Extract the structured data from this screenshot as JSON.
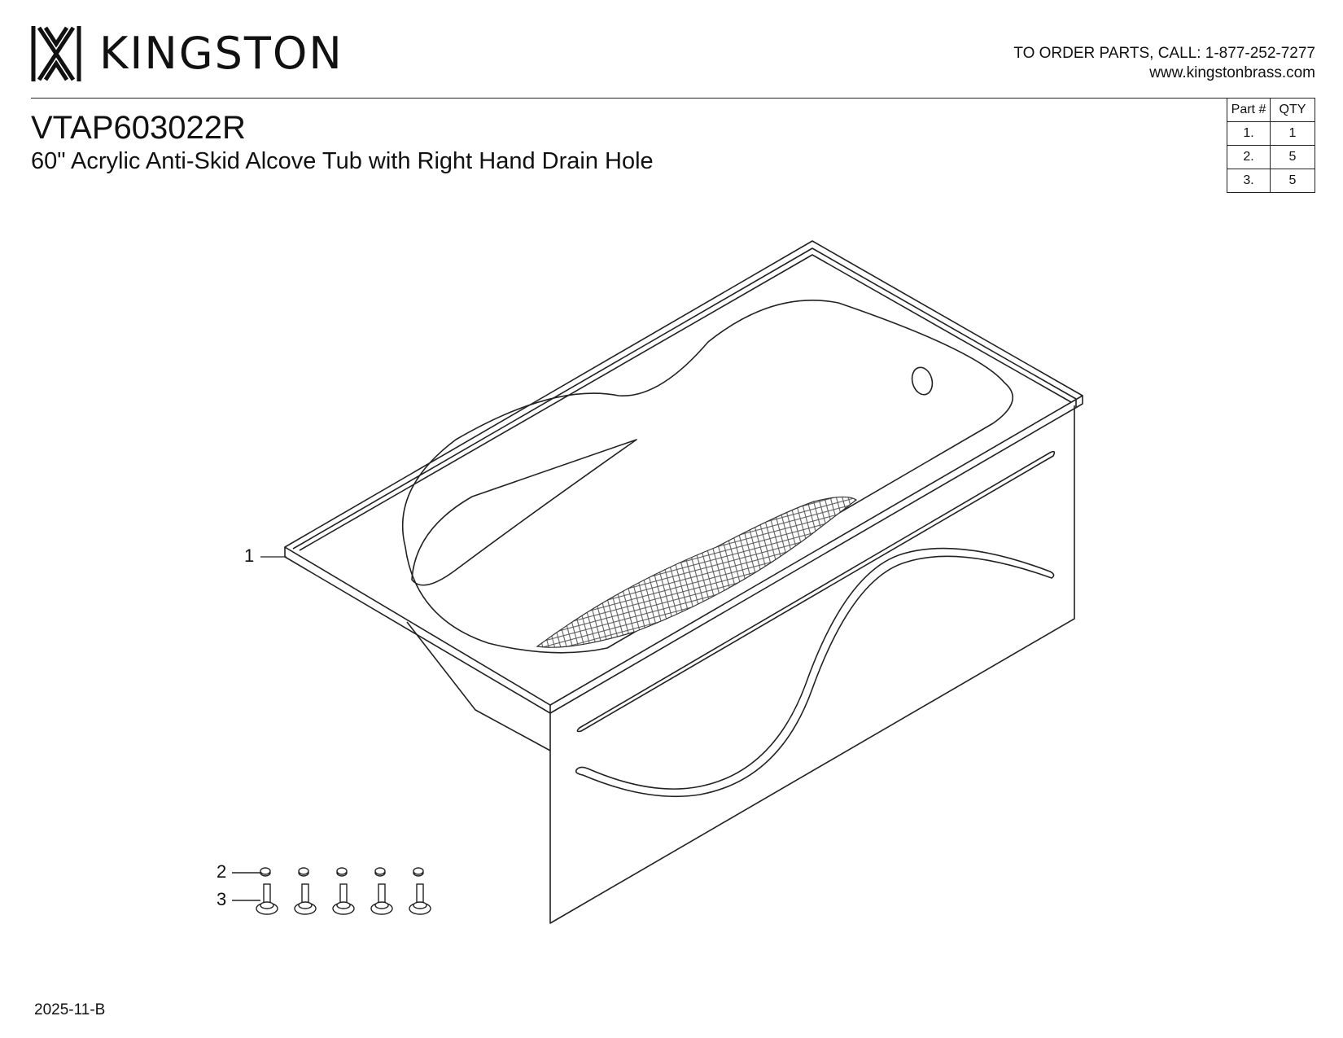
{
  "brand": {
    "name": "KINGSTON",
    "logo_icon": "kingston-monogram-icon"
  },
  "contact": {
    "order_line": "TO ORDER PARTS, CALL: 1-877-252-7277",
    "website": "www.kingstonbrass.com"
  },
  "product": {
    "model": "VTAP603022R",
    "description": "60\" Acrylic Anti-Skid Alcove Tub with Right Hand Drain Hole"
  },
  "parts_table": {
    "headers": [
      "Part #",
      "QTY"
    ],
    "rows": [
      {
        "part": "1.",
        "qty": "1"
      },
      {
        "part": "2.",
        "qty": "5"
      },
      {
        "part": "3.",
        "qty": "5"
      }
    ]
  },
  "callouts": {
    "tub": "1",
    "nut": "2",
    "leveling_foot": "3"
  },
  "revision": "2025-11-B"
}
